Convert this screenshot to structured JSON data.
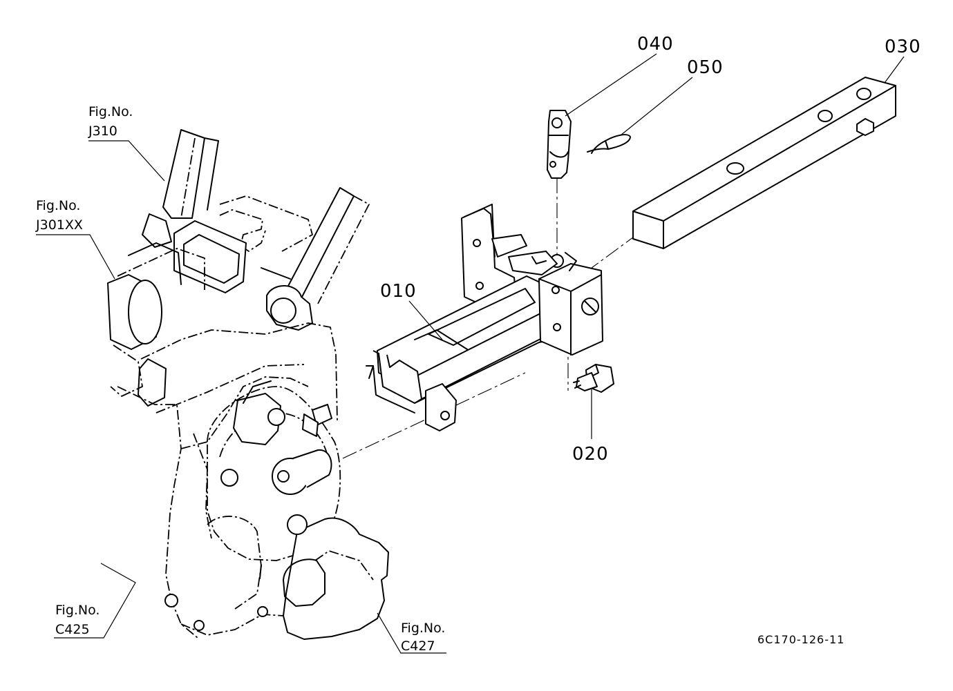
{
  "parts": [
    {
      "id": "part-010",
      "label": "010"
    },
    {
      "id": "part-020",
      "label": "020"
    },
    {
      "id": "part-030",
      "label": "030"
    },
    {
      "id": "part-040",
      "label": "040"
    },
    {
      "id": "part-050",
      "label": "050"
    }
  ],
  "figure_refs": [
    {
      "line1": "Fig.No.",
      "line2": "J310"
    },
    {
      "line1": "Fig.No.",
      "line2": "J301XX"
    },
    {
      "line1": "Fig.No.",
      "line2": "C425"
    },
    {
      "line1": "Fig.No.",
      "line2": "C427"
    }
  ],
  "drawing_code": "6C170-126-11"
}
